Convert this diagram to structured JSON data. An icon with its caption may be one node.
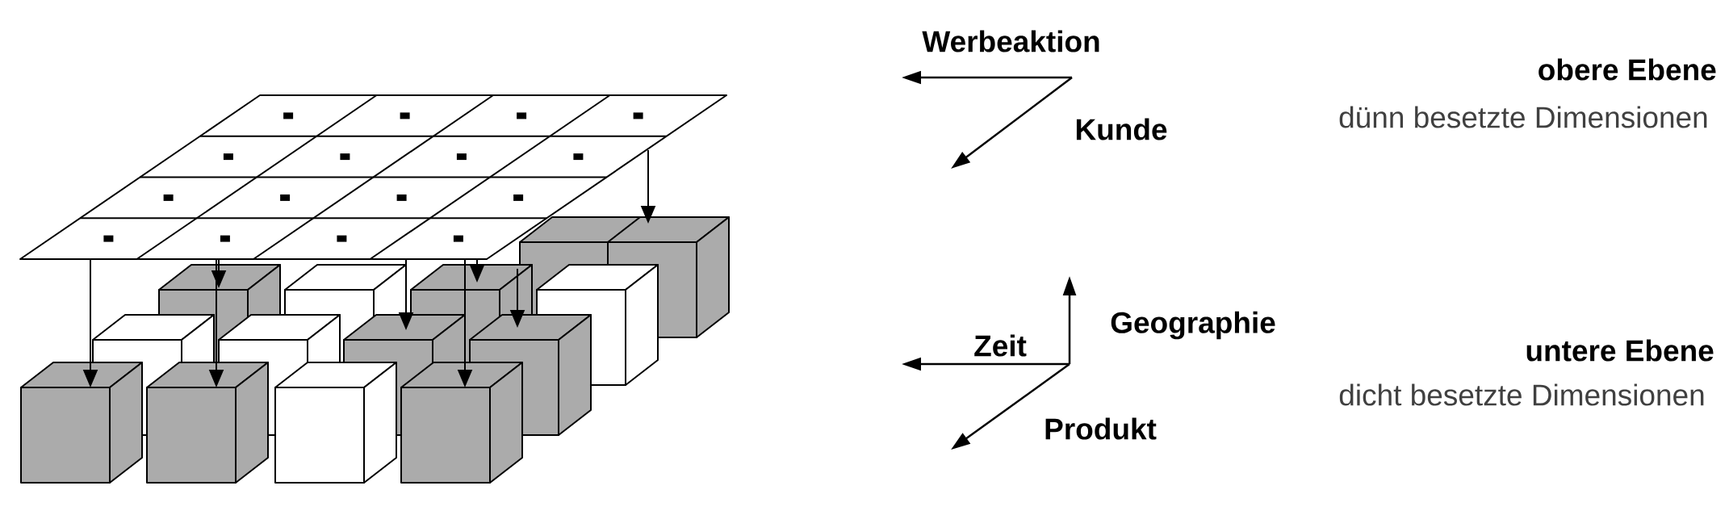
{
  "diagram": {
    "labels": [
      "Werbeaktion",
      "Kunde",
      "obere Ebene",
      "dünn besetzte Dimensionen",
      "Zeit",
      "Geographie",
      "untere Ebene",
      "dicht besetzte Dimensionen",
      "Produkt"
    ]
  }
}
